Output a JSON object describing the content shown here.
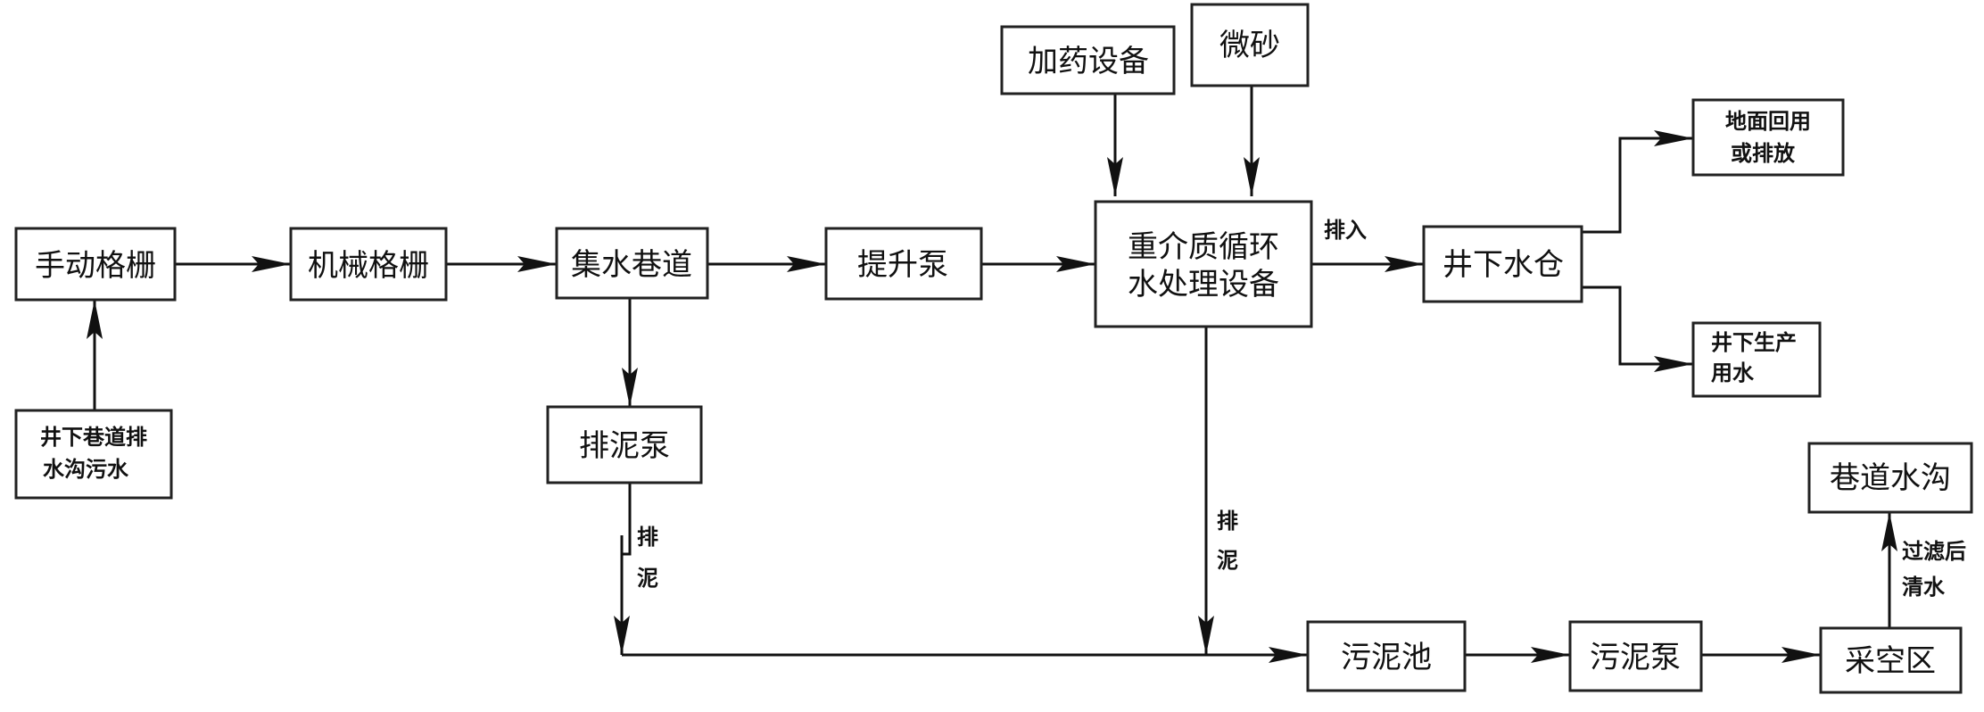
{
  "diagram": {
    "nodes": {
      "manual_grate": {
        "lines": [
          "手动格栅"
        ]
      },
      "mech_grate": {
        "lines": [
          "机械格栅"
        ]
      },
      "collect_tunnel": {
        "lines": [
          "集水巷道"
        ]
      },
      "lift_pump": {
        "lines": [
          "提升泵"
        ]
      },
      "treatment": {
        "lines": [
          "重介质循环",
          "水处理设备"
        ]
      },
      "dosing": {
        "lines": [
          "加药设备"
        ]
      },
      "microsand": {
        "lines": [
          "微砂"
        ]
      },
      "sump": {
        "lines": [
          "井下水仓"
        ]
      },
      "surface_reuse": {
        "lines": [
          "地面回用",
          "或排放"
        ]
      },
      "production_water": {
        "lines": [
          "井下生产",
          "用水"
        ]
      },
      "sewage_source": {
        "lines": [
          "井下巷道排",
          "水沟污水"
        ]
      },
      "sludge_pump_1": {
        "lines": [
          "排泥泵"
        ]
      },
      "sludge_pond": {
        "lines": [
          "污泥池"
        ]
      },
      "sludge_pump_2": {
        "lines": [
          "污泥泵"
        ]
      },
      "goaf": {
        "lines": [
          "采空区"
        ]
      },
      "ditch": {
        "lines": [
          "巷道水沟"
        ]
      }
    },
    "edge_labels": {
      "into_sump": "排入",
      "discharge_1": [
        "排",
        "泥"
      ],
      "discharge_2": [
        "排",
        "泥"
      ],
      "filtered": [
        "过滤后",
        "清水"
      ]
    }
  }
}
